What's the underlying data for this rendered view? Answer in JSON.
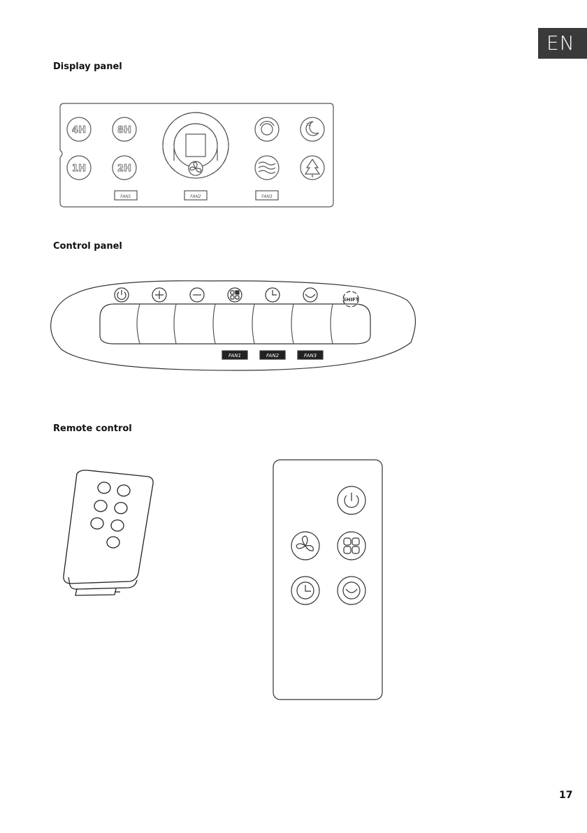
{
  "header": {
    "language_tab": "EN"
  },
  "sections": {
    "display_panel": {
      "title": "Display panel"
    },
    "control_panel": {
      "title": "Control panel"
    },
    "remote_control": {
      "title": "Remote control"
    }
  },
  "display_panel": {
    "timer_labels": [
      "4H",
      "8H",
      "1H",
      "2H"
    ],
    "fan_badges": [
      "FAN1",
      "FAN2",
      "FAN3"
    ]
  },
  "control_panel": {
    "shift_label": "SHIFT",
    "fan_badges": [
      "FAN1",
      "FAN2",
      "FAN3"
    ],
    "icons": [
      "power-icon",
      "plus-icon",
      "minus-icon",
      "mode-icon",
      "timer-icon",
      "swing-icon",
      "shift-icon"
    ]
  },
  "remote": {
    "icons": [
      "power-icon",
      "fan-icon",
      "mode-icon",
      "timer-icon",
      "swing-icon"
    ]
  },
  "footer": {
    "page_number": "17"
  }
}
